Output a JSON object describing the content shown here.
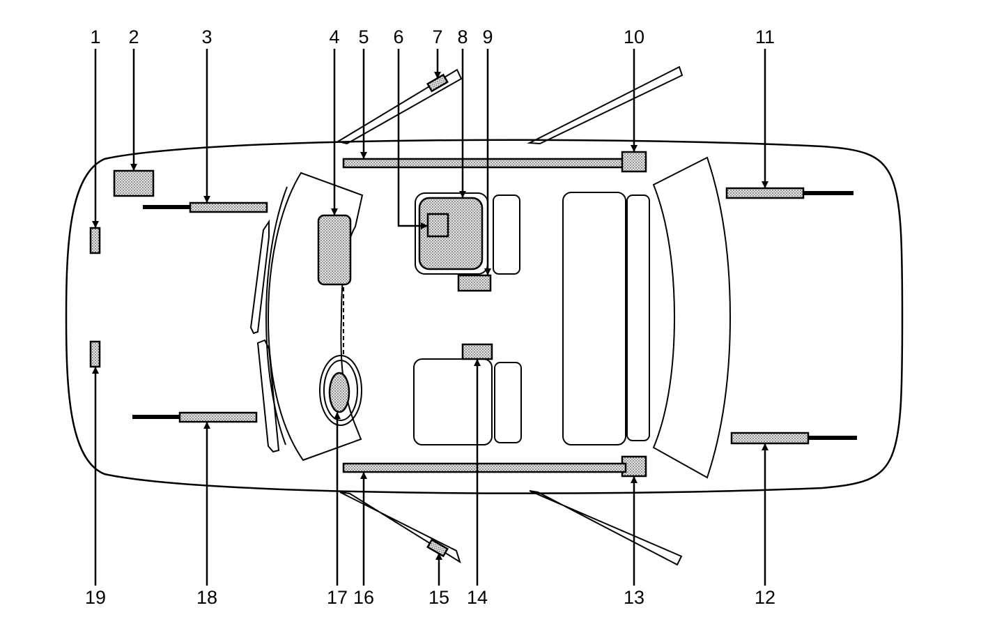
{
  "labels": {
    "l1": "1",
    "l2": "2",
    "l3": "3",
    "l4": "4",
    "l5": "5",
    "l6": "6",
    "l7": "7",
    "l8": "8",
    "l9": "9",
    "l10": "10",
    "l11": "11",
    "l12": "12",
    "l13": "13",
    "l14": "14",
    "l15": "15",
    "l16": "16",
    "l17": "17",
    "l18": "18",
    "l19": "19"
  },
  "colors": {
    "line": "#000000",
    "fill_dots": "#bfbfbf",
    "background": "#ffffff"
  }
}
